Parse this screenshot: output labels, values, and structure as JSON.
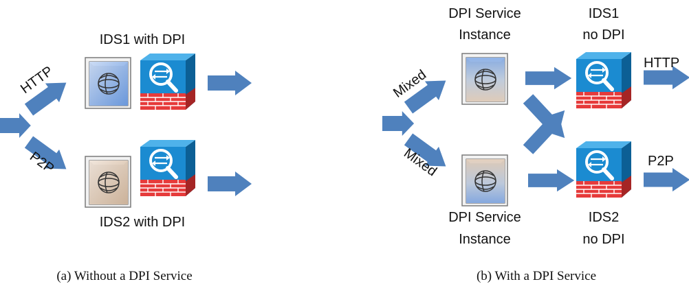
{
  "panel_a": {
    "flow_in_label_top": "HTTP",
    "flow_in_label_bottom": "P2P",
    "ids_top_label": "IDS1 with DPI",
    "ids_bottom_label": "IDS2 with DPI",
    "caption": "(a) Without a DPI Service"
  },
  "panel_b": {
    "flow_in_label_top": "Mixed",
    "flow_in_label_bottom": "Mixed",
    "dpi_top_label_line1": "DPI Service",
    "dpi_top_label_line2": "Instance",
    "dpi_bottom_label_line1": "DPI Service",
    "dpi_bottom_label_line2": "Instance",
    "ids_top_label_line1": "IDS1",
    "ids_top_label_line2": "no DPI",
    "ids_bottom_label_line1": "IDS2",
    "ids_bottom_label_line2": "no DPI",
    "flow_out_label_top": "HTTP",
    "flow_out_label_bottom": "P2P",
    "caption": "(b) With a DPI Service"
  },
  "colors": {
    "arrow": "#4f81bd",
    "ids_face": "#1b8bd1",
    "ids_side": "#0c5f95",
    "brick": "#e63b3b",
    "dpi_blue": "#9ec1ef",
    "dpi_beige": "#e9d5c1"
  },
  "icons": {
    "ids": "ids-firewall-icon",
    "dpi": "dpi-engine-icon"
  }
}
